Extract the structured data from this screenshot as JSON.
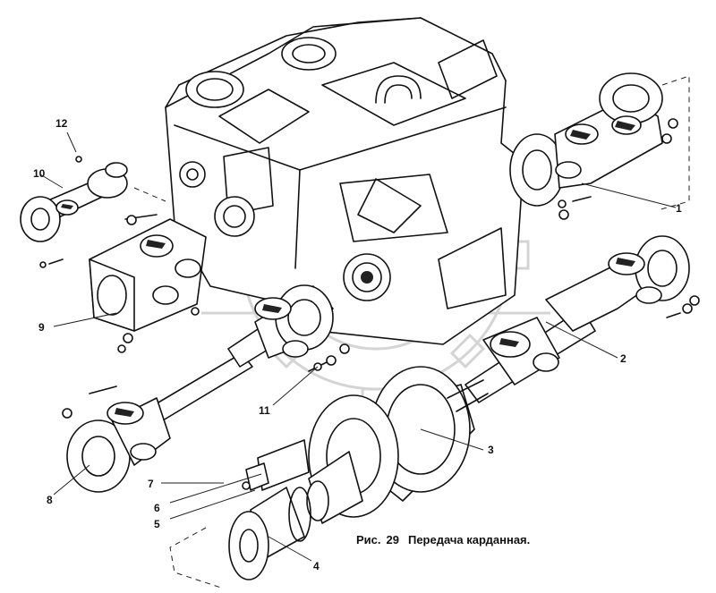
{
  "caption": {
    "prefix": "Рис.",
    "number": "29",
    "title": "Передача карданная."
  },
  "callouts": [
    "1",
    "2",
    "3",
    "4",
    "5",
    "6",
    "7",
    "8",
    "9",
    "10",
    "11",
    "12"
  ]
}
